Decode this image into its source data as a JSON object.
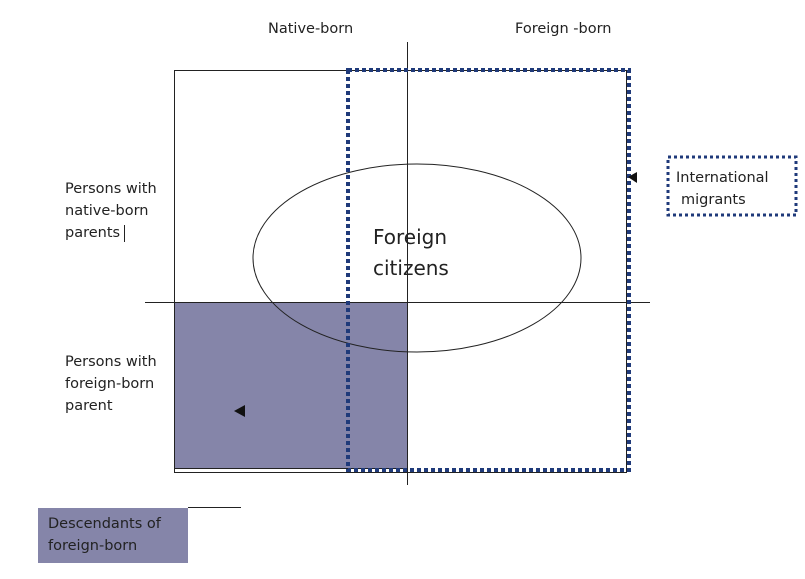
{
  "columns": {
    "native_born": "Native-born",
    "foreign_born": "Foreign -born"
  },
  "rows": {
    "native_parents": [
      "Persons with",
      "native-born",
      "parents"
    ],
    "foreign_parent": [
      "Persons with",
      "foreign-born",
      "parent"
    ]
  },
  "ellipse_label": [
    "Foreign",
    "citizens"
  ],
  "legend": {
    "international_migrants": [
      "International",
      "migrants"
    ],
    "descendants": [
      "Descendants of",
      "foreign-born"
    ]
  },
  "colors": {
    "shade": "#8585a9",
    "dotted": "#1f3a7a",
    "line": "#222222"
  }
}
